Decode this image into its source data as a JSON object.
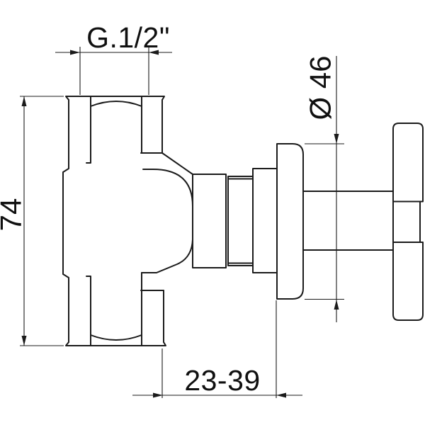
{
  "drawing": {
    "background": "#ffffff",
    "line_color": "#1b1b1b",
    "dimensions": {
      "thread_size": "G.1/2\"",
      "body_height": "74",
      "flange_diameter": "Ø 46",
      "mounting_depth_range": "23-39"
    }
  }
}
